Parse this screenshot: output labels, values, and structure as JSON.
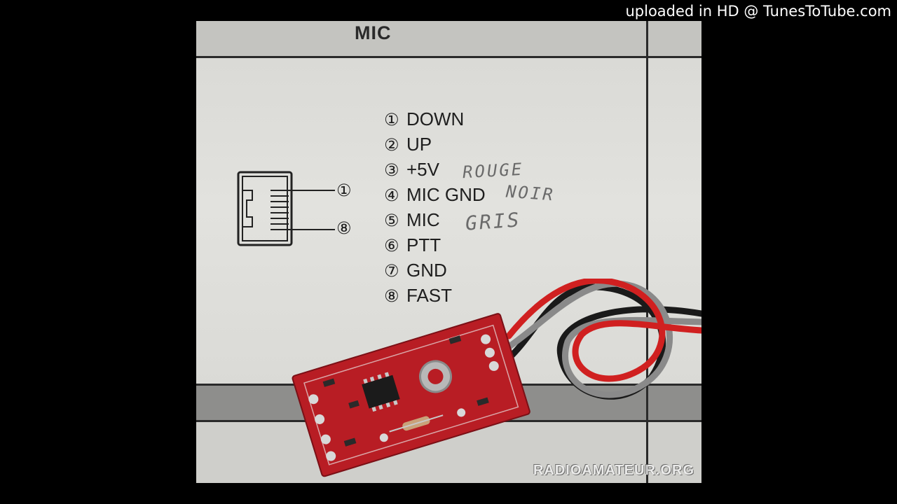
{
  "watermark_top": "uploaded in HD @ TunesToTube.com",
  "manual": {
    "section_title": "MIC",
    "pins": [
      {
        "num": "①",
        "label": "DOWN"
      },
      {
        "num": "②",
        "label": "UP"
      },
      {
        "num": "③",
        "label": "+5V"
      },
      {
        "num": "④",
        "label": "MIC GND"
      },
      {
        "num": "⑤",
        "label": "MIC"
      },
      {
        "num": "⑥",
        "label": "PTT"
      },
      {
        "num": "⑦",
        "label": "GND"
      },
      {
        "num": "⑧",
        "label": "FAST"
      }
    ],
    "jack_callouts": {
      "first": "①",
      "last": "⑧"
    }
  },
  "handwritten": {
    "rouge": "ROUGE",
    "noir": "NOIR",
    "gris": "GRIS"
  },
  "watermark_site": "RADIOAMATEUR.ORG",
  "colors": {
    "pcb": "#b81d24",
    "wire_red": "#d02020",
    "wire_black": "#1a1a1a",
    "wire_gray": "#8a8a8a"
  }
}
